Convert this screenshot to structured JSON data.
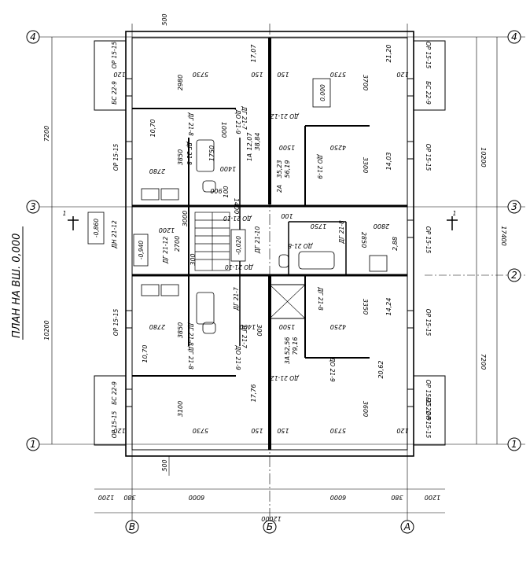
{
  "title": "ПЛАН НА ВШ. 0,000",
  "axes": {
    "left_rows": [
      "4",
      "3",
      "1"
    ],
    "right_rows": [
      "4",
      "3",
      "2",
      "1"
    ],
    "bottom_cols": [
      "В",
      "Б",
      "А"
    ]
  },
  "levels": [
    "0.000",
    "-0,860",
    "-0,940",
    "-0,020"
  ],
  "areas": [
    "17,07",
    "21,20",
    "10,70",
    "12,07",
    "38,84",
    "35,23",
    "56,19",
    "14,03",
    "2,88",
    "14,24",
    "10,70",
    "52,56",
    "79,16",
    "17,76",
    "20,62"
  ],
  "dims_outer_right": [
    "10200",
    "17400",
    "7200"
  ],
  "dims_outer_left": [
    "7200",
    "10200"
  ],
  "dims_bottom": [
    "1200",
    "380",
    "6000",
    "6000",
    "380",
    "1200",
    "12000",
    "500",
    "500"
  ],
  "dims_room": [
    "5730",
    "150",
    "150",
    "5730",
    "120",
    "120",
    "2980",
    "3700",
    "3850",
    "1750",
    "4250",
    "3300",
    "2780",
    "1000",
    "1500",
    "1400",
    "100",
    "900",
    "1400",
    "2700",
    "1200",
    "3000",
    "1750",
    "2850",
    "2800",
    "3350",
    "1500",
    "3850",
    "2780",
    "1400",
    "4250",
    "3100",
    "3600",
    "5730",
    "150",
    "150",
    "5730",
    "120",
    "120",
    "100",
    "300",
    "300"
  ],
  "labels_window": [
    "ОР 15-15",
    "БС 22-9",
    "ОР 15-15",
    "ОР 15-15",
    "БС 22-9",
    "ОР 15-15",
    "ОР 15-15",
    "ОР 15-15",
    "ОР 15-15",
    "ОР 15-15",
    "ОР 15-15",
    "БС 22-9",
    "ОР 15-15",
    "БС 22-9"
  ],
  "labels_door": [
    "ДО 21-12",
    "ДО 21-9",
    "ДГ 21-8",
    "ДГ 21-7",
    "ДО 21-9",
    "ДГ 21-8",
    "ДГ 21-12",
    "ДН 21-12",
    "ДО 21-10",
    "ДГ 21-10",
    "ДГ 21-7",
    "ДГ 21-8",
    "ДО 21-10",
    "ДО 21-9",
    "ДГ 21-8",
    "ДГ 21-8",
    "ДГ 21-7",
    "ДГ 21-8",
    "ДО 21-8",
    "ДО 21-12",
    "ДО 21-9"
  ],
  "labels_rooms": [
    "1А",
    "2А",
    "3А"
  ],
  "section_marks": [
    "1",
    "1"
  ]
}
